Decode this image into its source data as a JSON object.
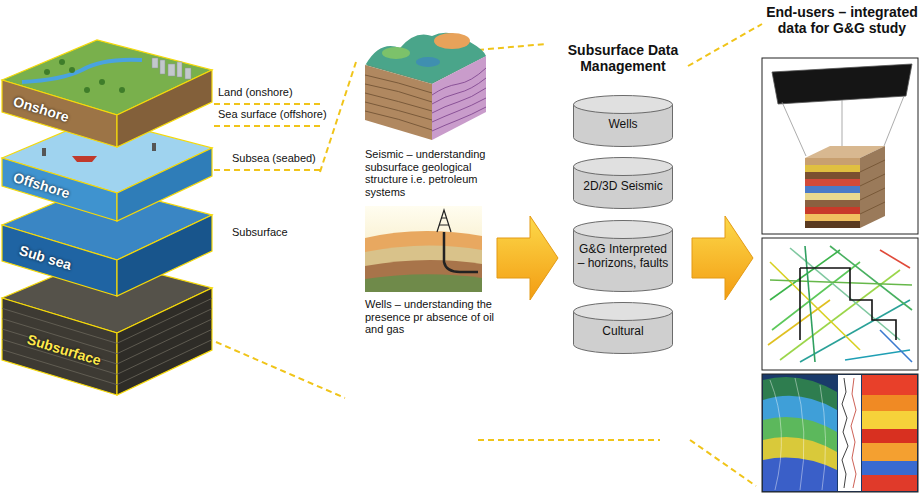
{
  "diagram": {
    "nodes": [
      {
        "text": [
          "Onshore"
        ]
      },
      {
        "text": [
          "Offshore"
        ]
      },
      {
        "text": [
          "Sub sea"
        ]
      },
      {
        "text": [
          "Subsurface"
        ]
      },
      {
        "text": [
          "Wells"
        ]
      },
      {
        "text": [
          "2D/3D Seismic"
        ]
      },
      {
        "text": [
          "G&G Interpreted – horizons, faults"
        ]
      },
      {
        "text": [
          "Cultural"
        ]
      }
    ],
    "labels": [
      "Land (onshore)",
      "Sea surface (offshore)",
      "Subsea (seabed)",
      "Subsurface",
      "Seismic – understanding subsurface geological structure i.e. petroleum systems",
      "Wells – understanding the presence pr absence of oil and gas",
      "Subsurface Data Management",
      "End-users – integrated data for G&G study"
    ]
  }
}
